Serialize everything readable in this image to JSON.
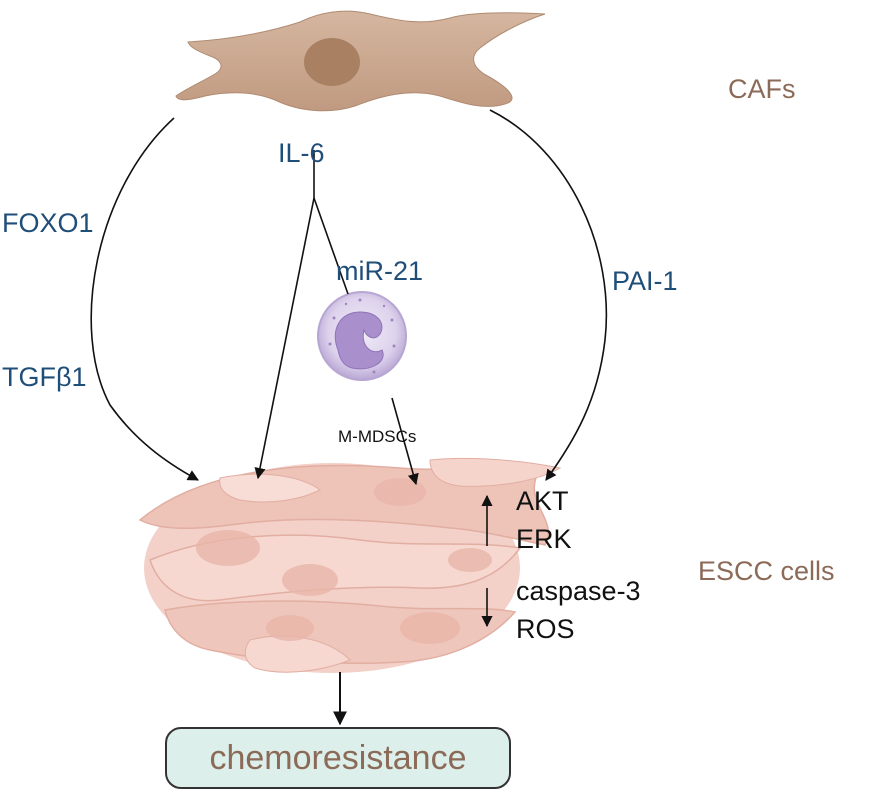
{
  "labels": {
    "cafs": "CAFs",
    "il6": "IL-6",
    "foxo1": "FOXO1",
    "tgfb1": "TGFβ1",
    "mir21": "miR-21",
    "pai1": "PAI-1",
    "mmdscs": "M-MDSCs",
    "akt": "AKT",
    "erk": "ERK",
    "caspase3": "caspase-3",
    "ros": "ROS",
    "escc": "ESCC cells",
    "chemoresistance": "chemoresistance"
  },
  "colors": {
    "blue_text": "#1f4e79",
    "brown_text": "#8b6a58",
    "caf_cell": "#c9a58d",
    "caf_nucleus": "#a9805f",
    "escc_cells": "#f2cfc6",
    "mdsc_cell": "#d9cdea",
    "mdsc_nucleus": "#a98fcb",
    "box_fill": "#dcefeb"
  },
  "arrows": {
    "akt_erk": "up",
    "caspase_ros": "down"
  }
}
